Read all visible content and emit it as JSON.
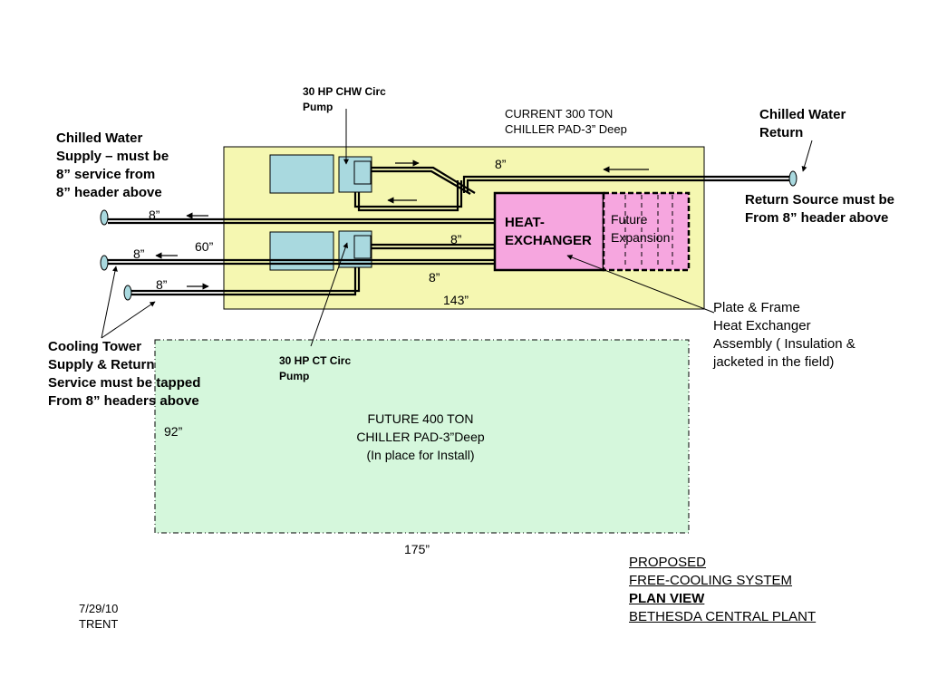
{
  "colors": {
    "current_pad": "#f5f7b1",
    "future_pad": "#d5f7dc",
    "pump": "#a9d9df",
    "exchanger": "#f6a6df",
    "pipe": "#000000"
  },
  "labels": {
    "chw_pump": [
      "30 HP CHW Circ",
      "Pump"
    ],
    "current_pad": [
      "CURRENT 300 TON",
      "CHILLER PAD-3” Deep"
    ],
    "chilled_return": [
      "Chilled Water",
      "Return"
    ],
    "chilled_supply": [
      "Chilled Water",
      "Supply – must be",
      "8” service from",
      "8” header above"
    ],
    "return_source": [
      "Return Source must be",
      "From 8” header above"
    ],
    "heat_exchanger": [
      "HEAT-",
      "EXCHANGER"
    ],
    "future_expansion": [
      "Future",
      "Expansion"
    ],
    "plate_frame": [
      "Plate & Frame",
      "Heat Exchanger",
      "Assembly ( Insulation &",
      "jacketed in the field)"
    ],
    "cooling_tower": [
      "Cooling Tower",
      "Supply & Return",
      "Service must be tapped",
      "From 8” headers above"
    ],
    "ct_pump": [
      "30 HP CT Circ",
      "Pump"
    ],
    "future_pad": [
      "FUTURE 400 TON",
      "CHILLER PAD-3”Deep",
      "(In place for Install)"
    ],
    "title_block": {
      "line1": "PROPOSED ",
      "line2": "FREE-COOLING SYSTEM",
      "line3": "PLAN VIEW",
      "line4": "BETHESDA CENTRAL PLANT"
    },
    "date": "7/29/10",
    "author": "TRENT"
  },
  "dimensions": {
    "pipe_top_right": "8”",
    "pipe_supply": "8”",
    "pad_width_60": "60”",
    "pipe_ct_supply": "8”",
    "pipe_ct_return": "8”",
    "pipe_hx_ct": "8”",
    "pipe_hx_lower": "8”",
    "current_pad_length": "143”",
    "future_pad_depth": "92”",
    "future_pad_length": "175”"
  }
}
